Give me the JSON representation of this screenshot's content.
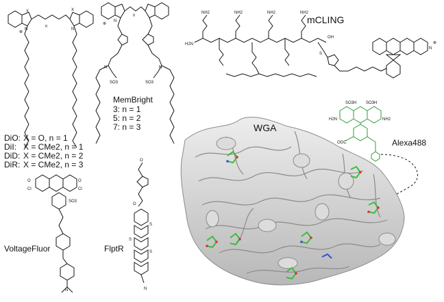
{
  "dio": {
    "dio_label": "DiO:",
    "dio_def": "X = O,        n = 1",
    "dii_label": "DiI:",
    "dii_def": "X = CMe2, n = 1",
    "did_label": "DiD:",
    "did_def": "X = CMe2, n = 2",
    "dir_label": "DiR:",
    "dir_def": "X = CMe2, n = 3"
  },
  "membright": {
    "name": "MemBright",
    "v3": "3: n = 1",
    "v5": "5: n = 2",
    "v7": "7: n = 3"
  },
  "mcling": {
    "name": "mCLING"
  },
  "wga": {
    "name": "WGA"
  },
  "alexa": {
    "name": "Alexa488"
  },
  "voltagefluor": {
    "name": "VoltageFluor"
  },
  "flptr": {
    "name": "FlptR"
  },
  "atoms": {
    "x": "X",
    "n": "n",
    "nplus": "N",
    "plus": "⊕",
    "o": "O",
    "so3": "SO3",
    "cl": "Cl",
    "nh2": "NH2",
    "oh": "OH",
    "s": "S",
    "cn": "N",
    "so3h": "SO3H",
    "h2n": "H2N",
    "ooc": "OOC"
  },
  "colors": {
    "protein": "#c8c8c8",
    "protein_edge": "#8a8a8a",
    "ligand_green": "#3dbb3d",
    "ligand_red": "#d93030",
    "ligand_blue": "#3050d8",
    "dye_green": "#2a9d3a"
  }
}
